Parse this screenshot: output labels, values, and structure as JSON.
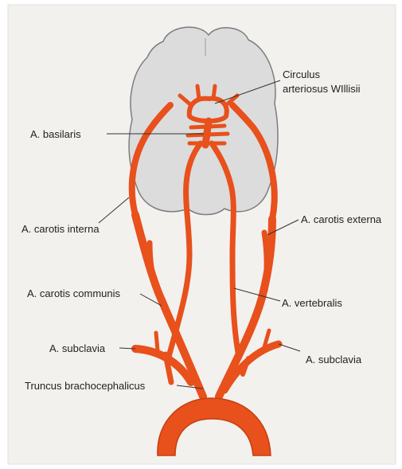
{
  "colors": {
    "paper": "#f2f1ee",
    "brain": "#dcdcdc",
    "brain_outline": "#7d7d7d",
    "artery": "#e8501c",
    "artery_dark": "#c63f12",
    "leader": "#333333"
  },
  "labels": {
    "circulus_line1": "Circulus",
    "circulus_line2": "arteriosus WIllisii",
    "basilaris": "A. basilaris",
    "carotis_interna": "A. carotis interna",
    "carotis_externa": "A. carotis externa",
    "carotis_communis": "A. carotis communis",
    "vertebralis": "A. vertebralis",
    "subclavia_left": "A. subclavia",
    "subclavia_right": "A. subclavia",
    "truncus": "Truncus brachocephalicus"
  }
}
